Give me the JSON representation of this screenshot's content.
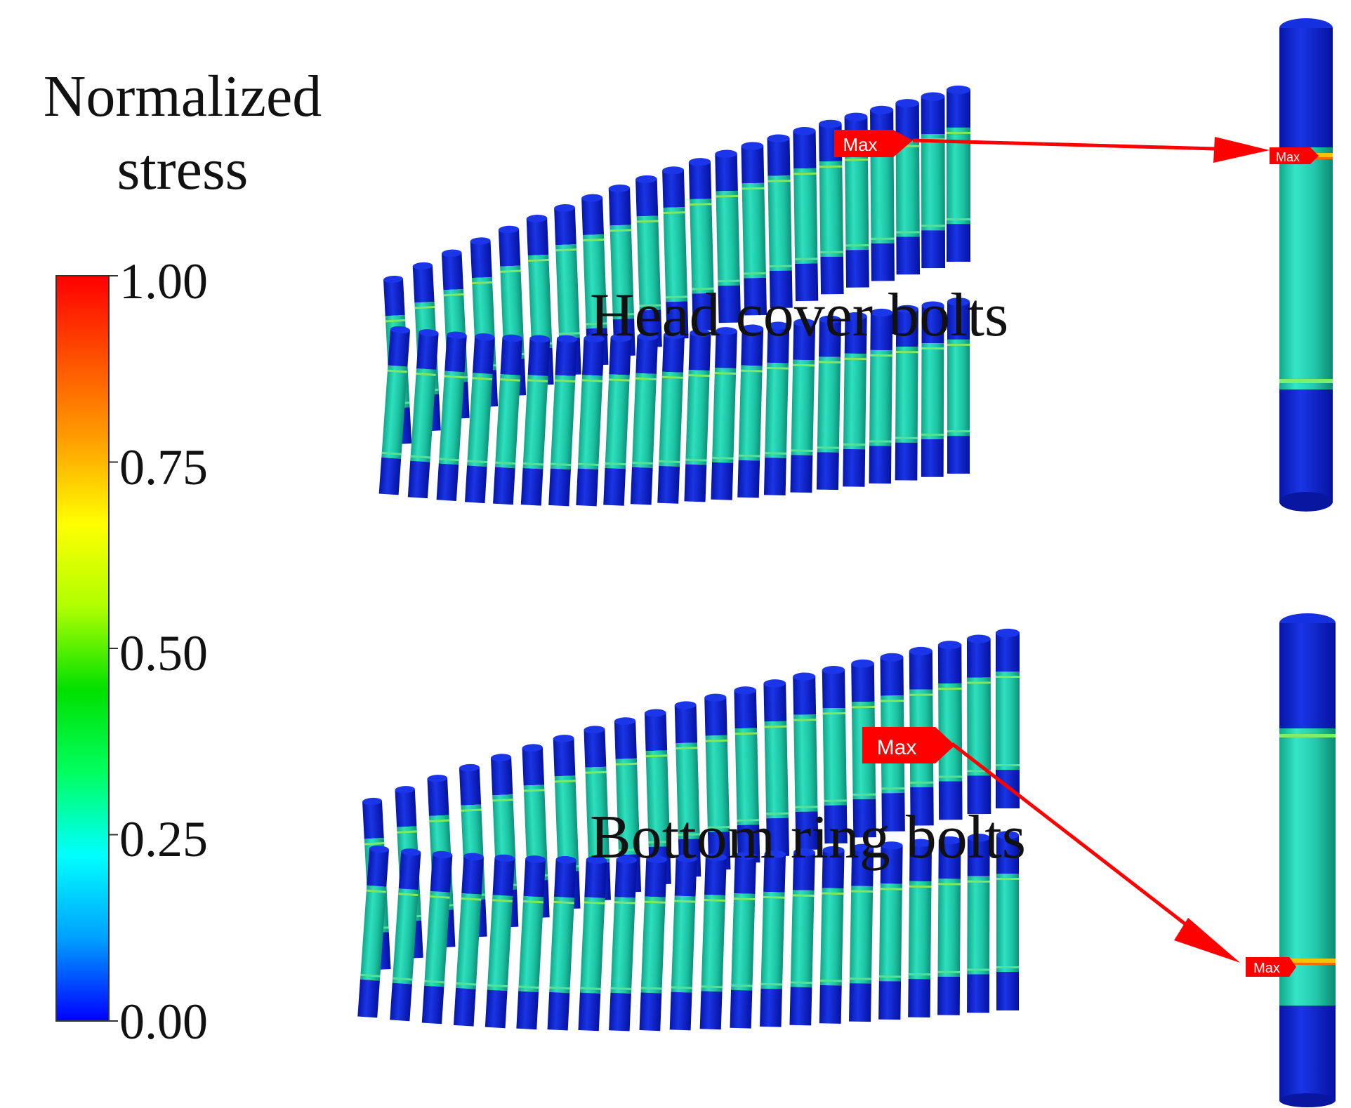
{
  "legend": {
    "title_line1": "Normalized",
    "title_line2": "stress",
    "ticks": [
      {
        "label": "1.00",
        "value": 1.0
      },
      {
        "label": "0.75",
        "value": 0.75
      },
      {
        "label": "0.50",
        "value": 0.5
      },
      {
        "label": "0.25",
        "value": 0.25
      },
      {
        "label": "0.00",
        "value": 0.0
      }
    ],
    "colormap": [
      "#0000ff",
      "#00a0ff",
      "#00ffff",
      "#00ff60",
      "#00e000",
      "#b0ff00",
      "#ffff00",
      "#ffa000",
      "#ff5000",
      "#ff0000"
    ]
  },
  "bolt_sets": [
    {
      "label": "Head cover bolts",
      "bolt_count": 44
    },
    {
      "label": "Bottom ring bolts",
      "bolt_count": 44
    }
  ],
  "max_marker": {
    "text": "Max"
  },
  "colors": {
    "bolt_low": "#0a1fc8",
    "bolt_mid": "#1fc9a8",
    "marker_red": "#ff0000"
  }
}
